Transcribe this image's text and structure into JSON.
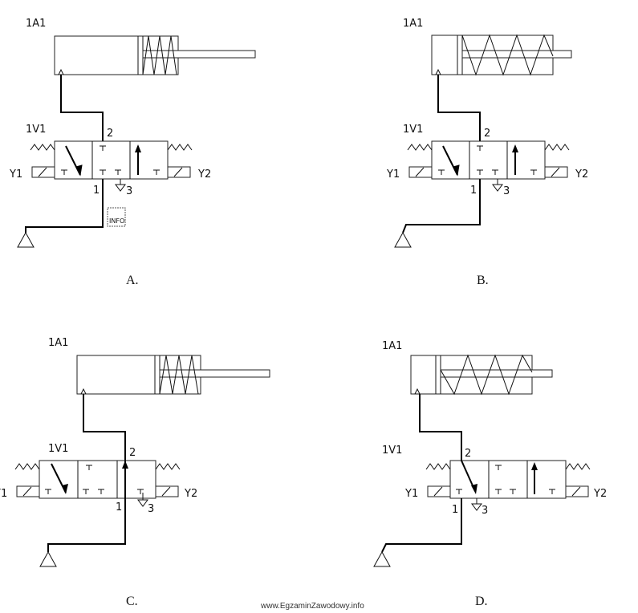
{
  "labels": {
    "cylinder": "1A1",
    "valve": "1V1",
    "solenoid_left": "Y1",
    "solenoid_right": "Y2",
    "port_work": "2",
    "port_supply": "1",
    "port_exhaust": "3"
  },
  "options": {
    "a": "A.",
    "b": "B.",
    "c": "C.",
    "d": "D."
  },
  "watermark": "www.EgzaminZawodowy.info",
  "badge_text": "INFO"
}
